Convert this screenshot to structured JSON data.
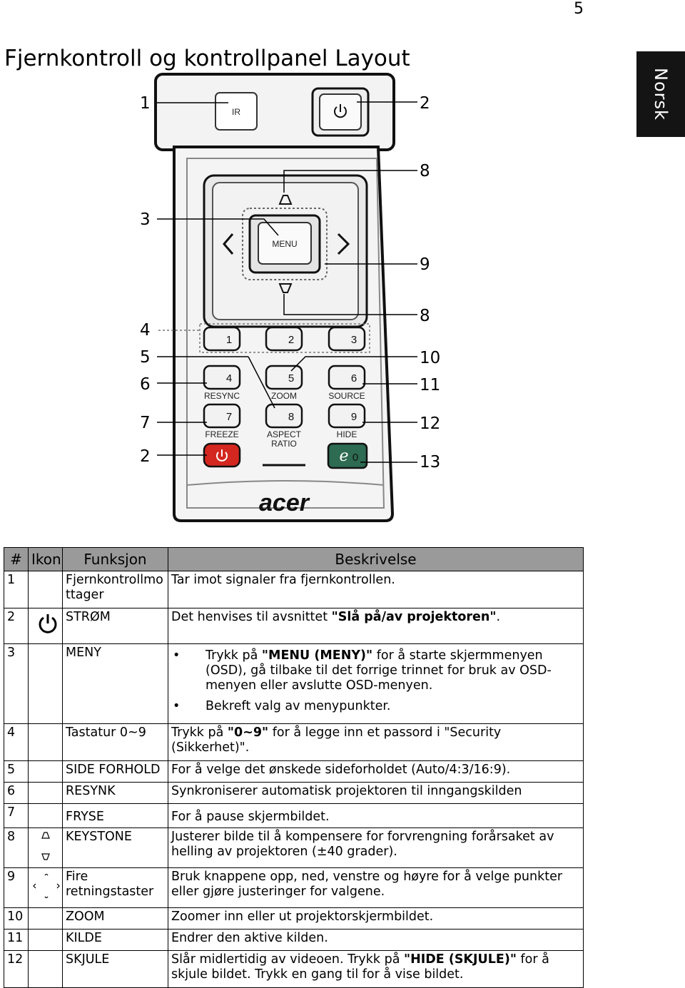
{
  "page_number": "5",
  "title": "Fjernkontroll og kontrollpanel Layout",
  "side_tab": "Norsk",
  "remote": {
    "brand": "acer",
    "ir_label": "IR",
    "menu_label": "MENU",
    "keys": [
      "1",
      "2",
      "3",
      "4",
      "5",
      "6",
      "7",
      "8",
      "9",
      "0"
    ],
    "key_captions": {
      "resync": "RESYNC",
      "zoom": "ZOOM",
      "source": "SOURCE",
      "freeze": "FREEZE",
      "aspect1": "ASPECT",
      "aspect2": "RATIO",
      "hide": "HIDE",
      "empowering": "e"
    },
    "callouts_left": [
      "1",
      "3",
      "4",
      "5",
      "6",
      "7",
      "2"
    ],
    "callouts_right": [
      "2",
      "8",
      "9",
      "8",
      "10",
      "11",
      "12",
      "13"
    ]
  },
  "table": {
    "headers": [
      "#",
      "Ikon",
      "Funksjon",
      "Beskrivelse"
    ],
    "rows": [
      {
        "num": "1",
        "icon": "",
        "func": "Fjernkontrollmottager",
        "desc": "Tar imot signaler fra fjernkontrollen."
      },
      {
        "num": "2",
        "icon": "power-icon",
        "func": "STRØM",
        "desc_pre": "Det henvises til avsnittet ",
        "desc_bold": "\"Slå på/av projektoren\"",
        "desc_post": "."
      },
      {
        "num": "3",
        "icon": "",
        "func": "MENY",
        "b1_pre": "Trykk på ",
        "b1_bold": "\"MENU (MENY)\"",
        "b1_post": " for å starte skjermmenyen (OSD), gå tilbake til det forrige trinnet for bruk av OSD-menyen eller avslutte OSD-menyen.",
        "b2": "Bekreft valg av menypunkter."
      },
      {
        "num": "4",
        "icon": "",
        "func": "Tastatur 0~9",
        "desc_pre": "Trykk på ",
        "desc_bold": "\"0~9\"",
        "desc_post": " for å legge inn et passord i \"Security (Sikkerhet)\"."
      },
      {
        "num": "5",
        "icon": "",
        "func": "SIDE FORHOLD",
        "desc": "For å velge det ønskede sideforholdet (Auto/4:3/16:9)."
      },
      {
        "num": "6",
        "icon": "",
        "func": "RESYNK",
        "desc": "Synkroniserer automatisk projektoren til inngangskilden"
      },
      {
        "num": "7",
        "icon": "",
        "func": "FRYSE",
        "desc": "For å pause skjermbildet."
      },
      {
        "num": "8",
        "icon": "keystone-icon",
        "func": "KEYSTONE",
        "desc": "Justerer bilde til å kompensere for forvrengning forårsaket av helling av projektoren (±40 grader)."
      },
      {
        "num": "9",
        "icon": "arrow-keys-icon",
        "func": "Fire retningstaster",
        "desc": "Bruk knappene opp, ned, venstre og høyre for å velge punkter eller gjøre justeringer for valgene."
      },
      {
        "num": "10",
        "icon": "",
        "func": "ZOOM",
        "desc": "Zoomer inn eller ut projektorskjermbildet."
      },
      {
        "num": "11",
        "icon": "",
        "func": "KILDE",
        "desc": "Endrer den aktive kilden."
      },
      {
        "num": "12",
        "icon": "",
        "func": "SKJULE",
        "desc_pre": "Slår midlertidig av videoen. Trykk på ",
        "desc_bold": "\"HIDE (SKJULE)\"",
        "desc_post": " for å skjule bildet. Trykk en gang til for å vise bildet."
      }
    ]
  }
}
